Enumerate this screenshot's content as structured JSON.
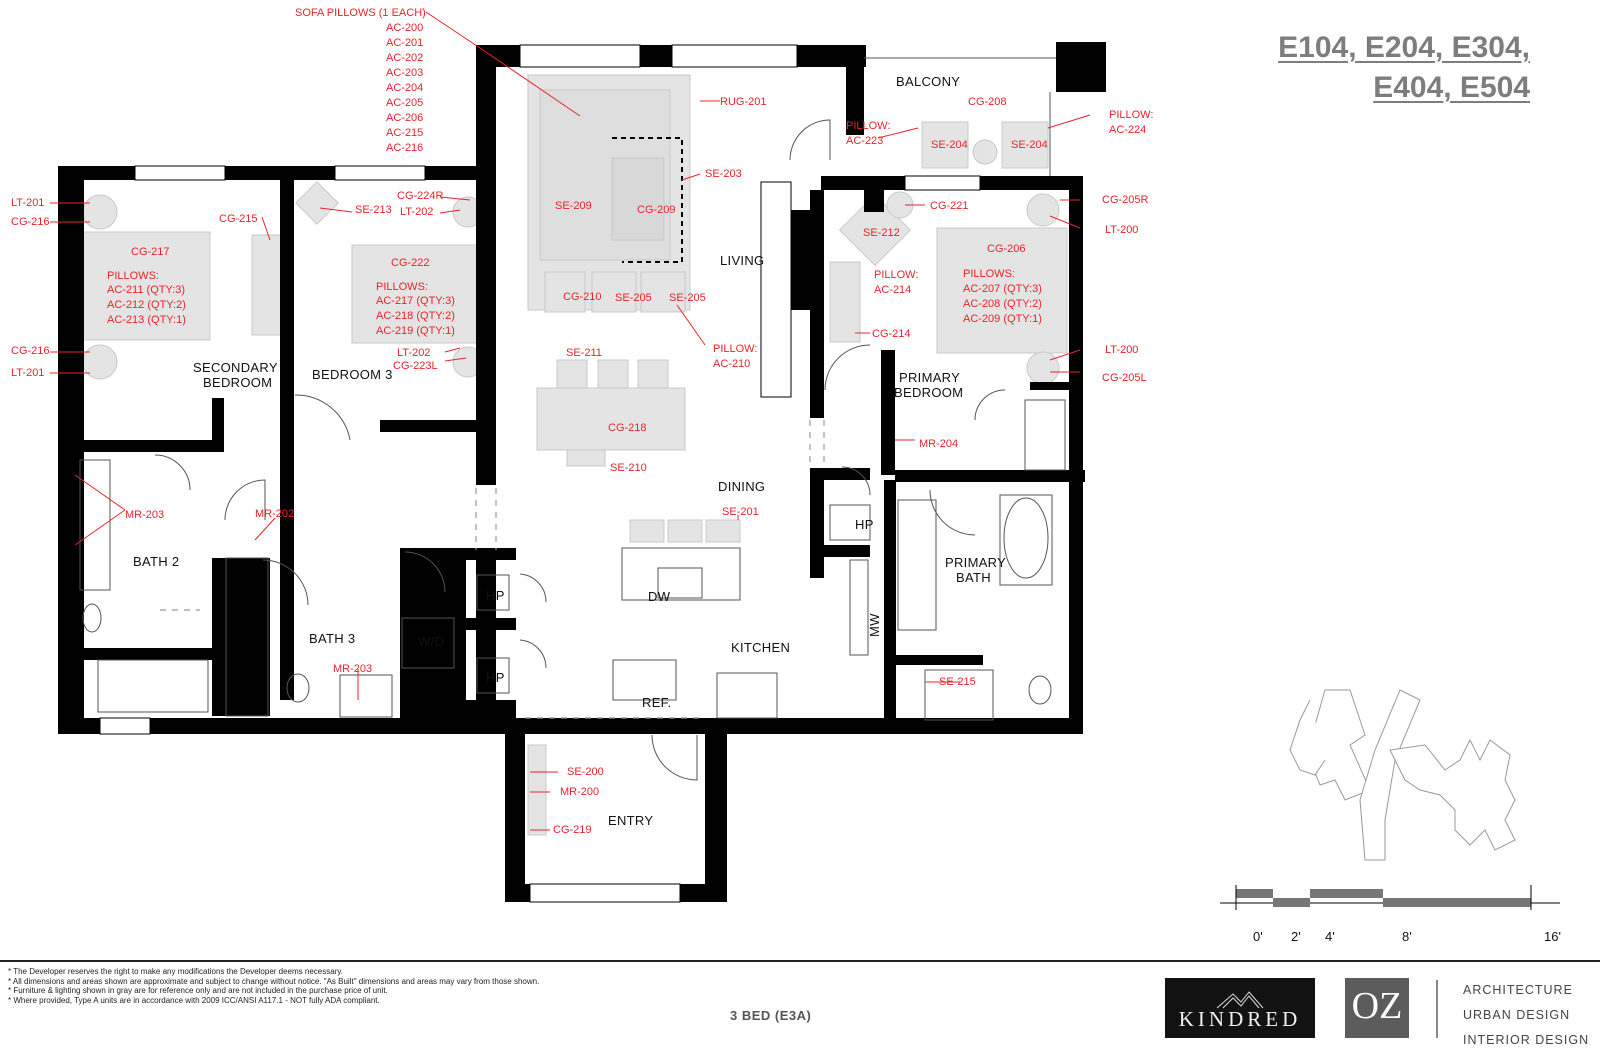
{
  "unit_title": [
    "E104, E204, E304,",
    "E404, E504"
  ],
  "sofa_pillows": {
    "title": "SOFA PILLOWS (1 EACH)",
    "codes": [
      "AC-200",
      "AC-201",
      "AC-202",
      "AC-203",
      "AC-204",
      "AC-205",
      "AC-206",
      "AC-215",
      "AC-216"
    ]
  },
  "rooms": {
    "balcony": "BALCONY",
    "living": "LIVING",
    "dining": "DINING",
    "kitchen": "KITCHEN",
    "secondary_bedroom": [
      "SECONDARY",
      "BEDROOM"
    ],
    "bedroom3": "BEDROOM 3",
    "primary_bedroom": [
      "PRIMARY",
      "BEDROOM"
    ],
    "primary_bath": [
      "PRIMARY",
      "BATH"
    ],
    "bath2": "BATH 2",
    "bath3": "BATH 3",
    "entry": "ENTRY",
    "wd": "W/D",
    "hp": "HP",
    "dw": "DW",
    "ref": "REF.",
    "mw": "MW"
  },
  "secondary_bed_list": [
    "CG-217",
    "PILLOWS:",
    "AC-211 (QTY:3)",
    "AC-212 (QTY:2)",
    "AC-213 (QTY:1)"
  ],
  "bedroom3_list": [
    "CG-222",
    "PILLOWS:",
    "AC-217 (QTY:3)",
    "AC-218 (QTY:2)",
    "AC-219 (QTY:1)"
  ],
  "primary_bed_list": [
    "CG-206",
    "PILLOWS:",
    "AC-207 (QTY:3)",
    "AC-208 (QTY:2)",
    "AC-209 (QTY:1)"
  ],
  "callouts": {
    "lt201a": "LT-201",
    "cg216a": "CG-216",
    "cg215": "CG-215",
    "cg216b": "CG-216",
    "lt201b": "LT-201",
    "se213": "SE-213",
    "cg224r": "CG-224R",
    "lt202a": "LT-202",
    "lt202b": "LT-202",
    "cg223l": "CG-223L",
    "mr203a": "MR-203",
    "mr202": "MR-202",
    "mr203b": "MR-203",
    "rug201": "RUG-201",
    "se203": "SE-203",
    "se209": "SE-209",
    "cg209": "CG-209",
    "cg210": "CG-210",
    "se205a": "SE-205",
    "se205b": "SE-205",
    "pillow_ac210": [
      "PILLOW:",
      "AC-210"
    ],
    "se211": "SE-211",
    "cg218": "CG-218",
    "se210": "SE-210",
    "se201": "SE-201",
    "pillow_ac223": [
      "PILLOW:",
      "AC-223"
    ],
    "cg208": "CG-208",
    "se204a": "SE-204",
    "se204b": "SE-204",
    "pillow_ac224": [
      "PILLOW:",
      "AC-224"
    ],
    "cg221": "CG-221",
    "se212": "SE-212",
    "pillow_ac214": [
      "PILLOW:",
      "AC-214"
    ],
    "cg214": "CG-214",
    "cg205r": "CG-205R",
    "lt200a": "LT-200",
    "lt200b": "LT-200",
    "cg205l": "CG-205L",
    "mr204": "MR-204",
    "se215": "SE-215",
    "se200": "SE-200",
    "mr200": "MR-200",
    "cg219": "CG-219"
  },
  "scale": {
    "labels": [
      "0'",
      "2'",
      "4'",
      "8'",
      "16'"
    ]
  },
  "notes": [
    "* The Developer reserves the right to make any modifications the Developer deems necessary.",
    "* All dimensions and areas shown are approximate and subject to change without notice. \"As Built\" dimensions and areas may vary from those shown.",
    "* Furniture & lighting shown in gray are for reference only and are not included in the purchase price of unit.",
    "* Where provided, Type A units are in accordance with 2009 ICC/ANSI A117.1 - NOT fully ADA compliant."
  ],
  "bed_tag": "3 BED (E3A)",
  "logos": {
    "kindred": "KINDRED",
    "oz": "OZ"
  },
  "services": [
    "ARCHITECTURE",
    "URBAN DESIGN",
    "INTERIOR DESIGN"
  ]
}
